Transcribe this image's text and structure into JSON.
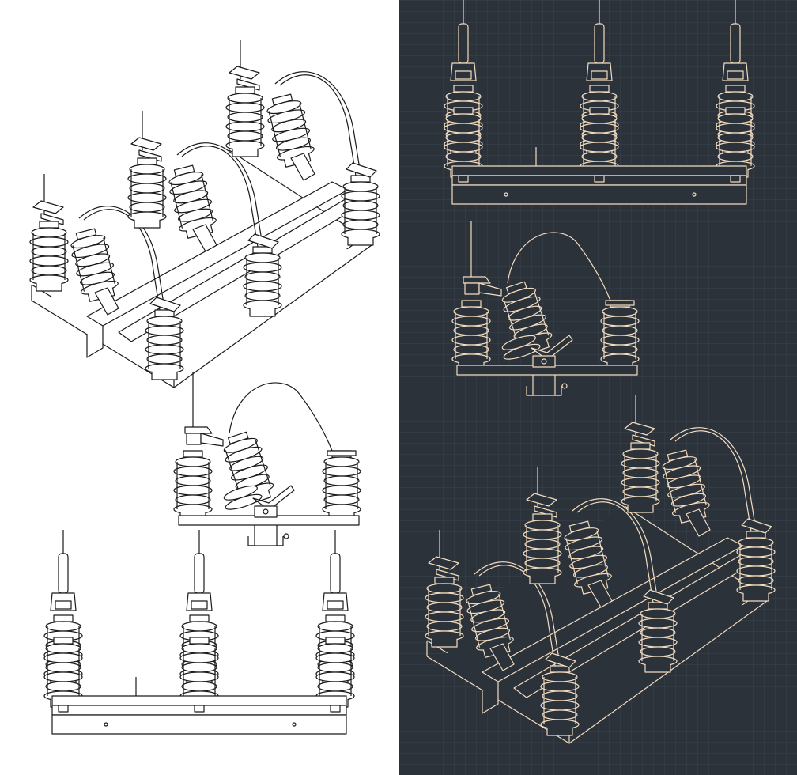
{
  "colors": {
    "light_background": "#ffffff",
    "light_ink": "#1a1a1a",
    "dark_background": "#2b323a",
    "dark_ink": "#f2dcc0",
    "grid_line": "#3a434d"
  },
  "panels": [
    {
      "name": "line-drawing-panel",
      "style": "black outline on white"
    },
    {
      "name": "blueprint-panel",
      "style": "cream outline on dark grid"
    }
  ],
  "views": [
    "isometric-view",
    "side-view",
    "front-view"
  ]
}
